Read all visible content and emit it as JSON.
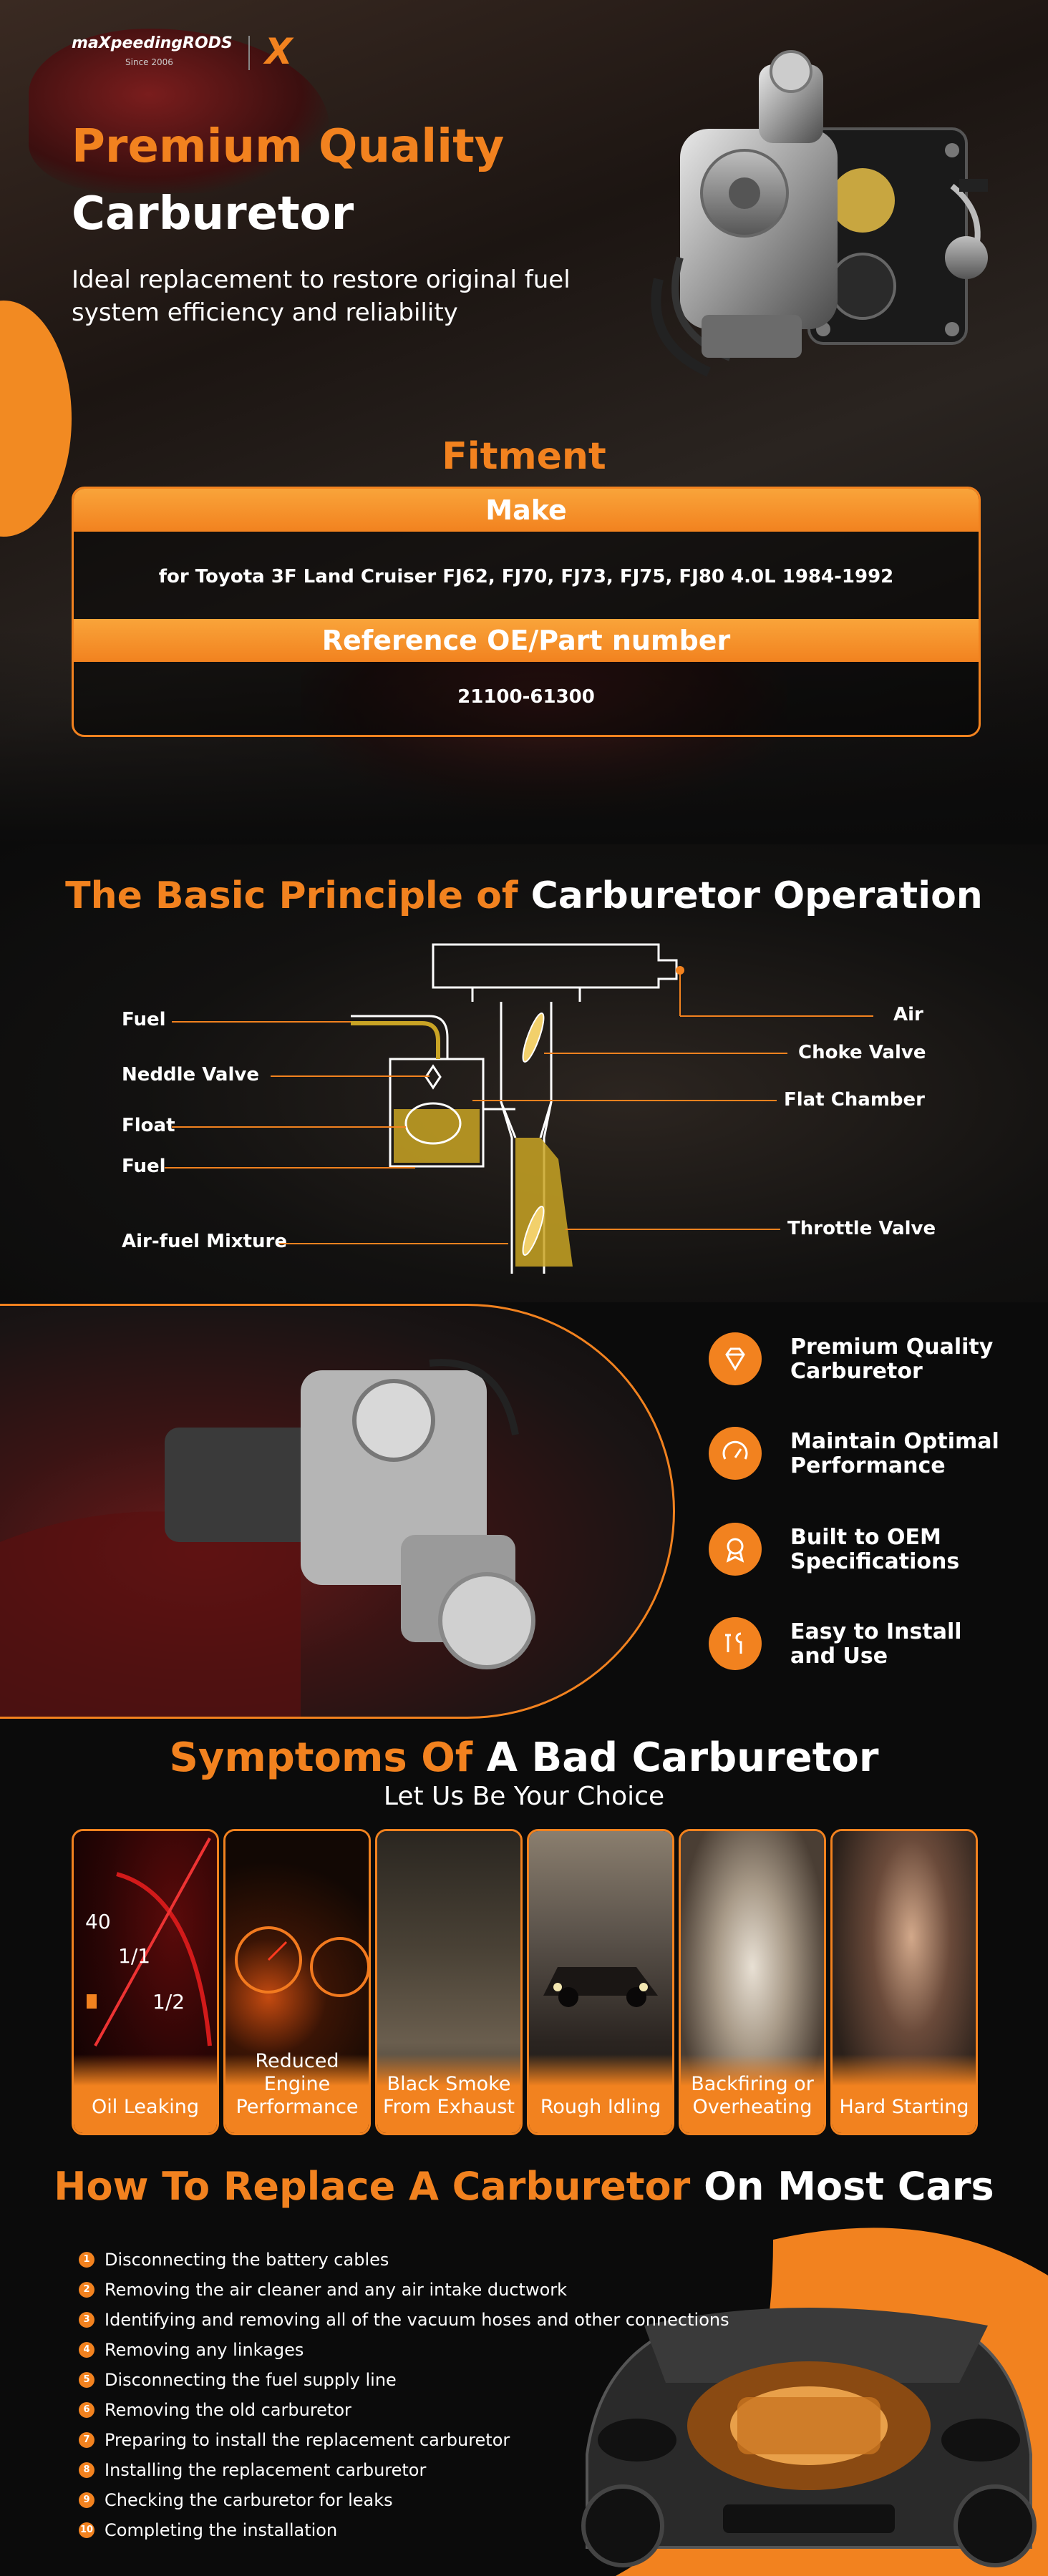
{
  "brand": {
    "name": "maXpeedingRODS",
    "since": "Since 2006",
    "mark": "X"
  },
  "hero": {
    "title_line1": "Premium Quality",
    "title_line2": "Carburetor",
    "subtitle": "Ideal replacement to restore original fuel system efficiency and reliability"
  },
  "fitment": {
    "title": "Fitment",
    "make_header": "Make",
    "make_value": "for Toyota 3F Land Cruiser FJ62, FJ70, FJ73, FJ75, FJ80 4.0L 1984-1992",
    "oe_header": "Reference OE/Part number",
    "oe_value": "21100-61300"
  },
  "principle": {
    "title_part1": "The Basic Principle of",
    "title_part2": "Carburetor Operation",
    "labels": {
      "fuel_top": "Fuel",
      "needle_valve": "Neddle Valve",
      "float": "Float",
      "fuel_bottom": "Fuel",
      "air_fuel": "Air-fuel Mixture",
      "air": "Air",
      "choke_valve": "Choke Valve",
      "flat_chamber": "Flat Chamber",
      "throttle_valve": "Throttle Valve"
    }
  },
  "features": [
    {
      "icon": "diamond-icon",
      "line1": "Premium Quality",
      "line2": "Carburetor"
    },
    {
      "icon": "gauge-icon",
      "line1": "Maintain Optimal",
      "line2": "Performance"
    },
    {
      "icon": "badge-icon",
      "line1": "Built to OEM",
      "line2": "Specifications"
    },
    {
      "icon": "tools-icon",
      "line1": "Easy to Install",
      "line2": "and Use"
    }
  ],
  "symptoms": {
    "title_part1": "Symptoms Of",
    "title_part2": "A Bad Carburetor",
    "subtitle": "Let Us Be Your Choice",
    "cards": [
      {
        "label": "Oil Leaking",
        "gauge_40": "40",
        "gauge_half": "1/2",
        "gauge_1": "1/1"
      },
      {
        "label": "Reduced Engine Performance"
      },
      {
        "label": "Black Smoke From Exhaust"
      },
      {
        "label": "Rough Idling"
      },
      {
        "label": "Backfiring or Overheating"
      },
      {
        "label": "Hard Starting"
      }
    ]
  },
  "replace": {
    "title_part1": "How To Replace A Carburetor",
    "title_part2": "On Most Cars",
    "steps": [
      {
        "n": "1",
        "text": "Disconnecting the battery cables"
      },
      {
        "n": "2",
        "text": "Removing the air cleaner and any air intake ductwork"
      },
      {
        "n": "3",
        "text": "Identifying and removing all of the vacuum hoses and other connections"
      },
      {
        "n": "4",
        "text": "Removing any linkages"
      },
      {
        "n": "5",
        "text": "Disconnecting the fuel supply line"
      },
      {
        "n": "6",
        "text": "Removing the old carburetor"
      },
      {
        "n": "7",
        "text": "Preparing to install the replacement carburetor"
      },
      {
        "n": "8",
        "text": "Installing the replacement carburetor"
      },
      {
        "n": "9",
        "text": "Checking the carburetor for leaks"
      },
      {
        "n": "10",
        "text": "Completing the installation"
      }
    ]
  },
  "colors": {
    "accent": "#f2821f",
    "background": "#0b0b0b"
  }
}
